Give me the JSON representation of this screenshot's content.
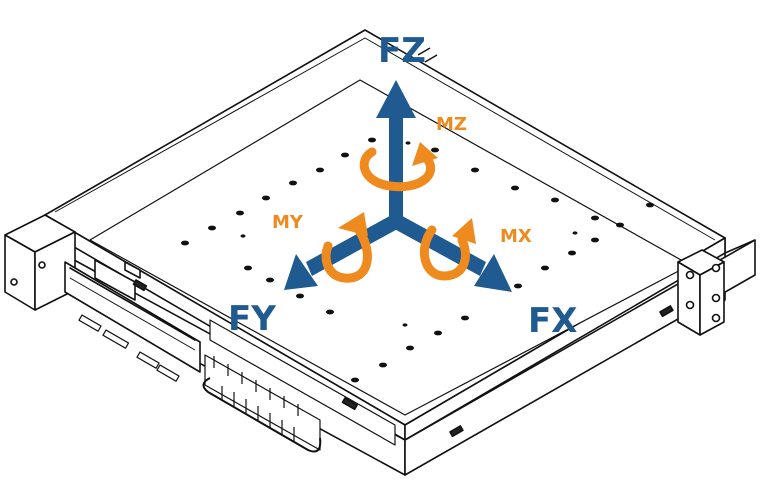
{
  "diagram": {
    "subject": "xy-stage",
    "force_axes": [
      {
        "id": "fz",
        "label": "FZ"
      },
      {
        "id": "fx",
        "label": "FX"
      },
      {
        "id": "fy",
        "label": "FY"
      }
    ],
    "moment_axes": [
      {
        "id": "mz",
        "label": "MZ"
      },
      {
        "id": "mx",
        "label": "MX"
      },
      {
        "id": "my",
        "label": "MY"
      }
    ]
  },
  "colors": {
    "force_arrow": "#1f5a91",
    "moment_arrow": "#ef8a1f",
    "outline": "#111111",
    "surface": "#ffffff",
    "shade": "#e6e6e6"
  }
}
